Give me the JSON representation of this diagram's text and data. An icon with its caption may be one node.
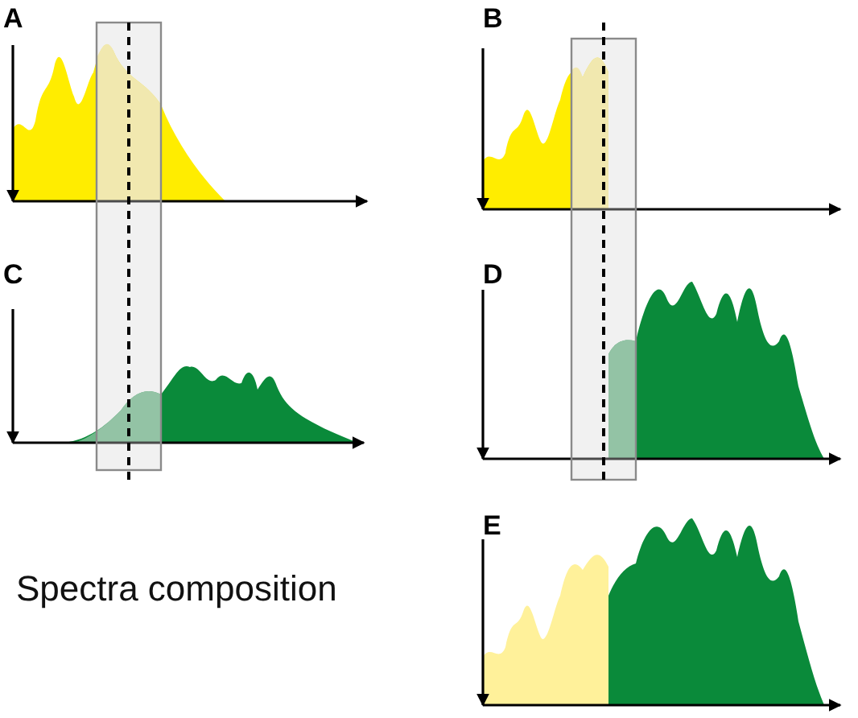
{
  "diagram": {
    "labels": [
      "A",
      "B",
      "C",
      "D",
      "E",
      "Spectra composition"
    ]
  }
}
